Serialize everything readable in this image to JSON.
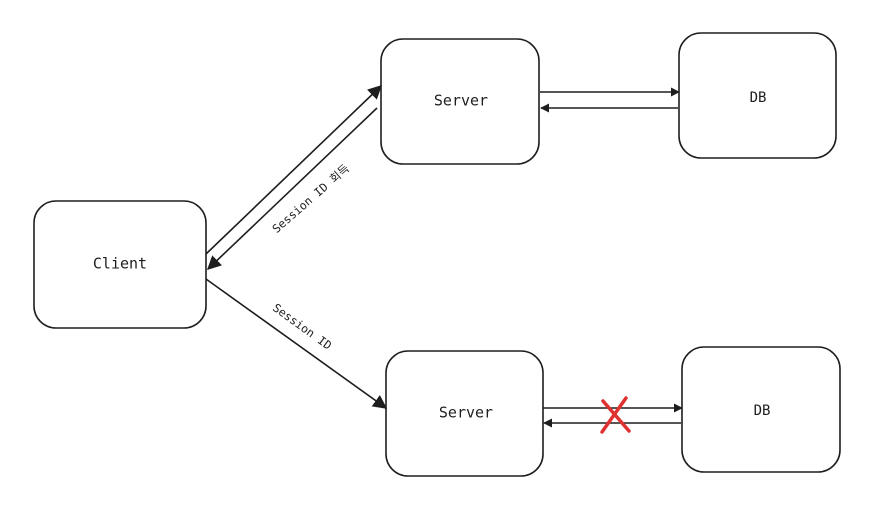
{
  "nodes": {
    "client": {
      "label": "Client"
    },
    "server_top": {
      "label": "Server"
    },
    "db_top": {
      "label": "DB"
    },
    "server_bottom": {
      "label": "Server"
    },
    "db_bottom": {
      "label": "DB"
    }
  },
  "edges": {
    "session_issue": {
      "label": "Session ID 회득"
    },
    "session_send": {
      "label": "Session ID"
    }
  },
  "colors": {
    "stroke": "#1e1e1e",
    "failure_mark": "#e03131"
  },
  "icons": {
    "failure": "red-x-icon"
  }
}
